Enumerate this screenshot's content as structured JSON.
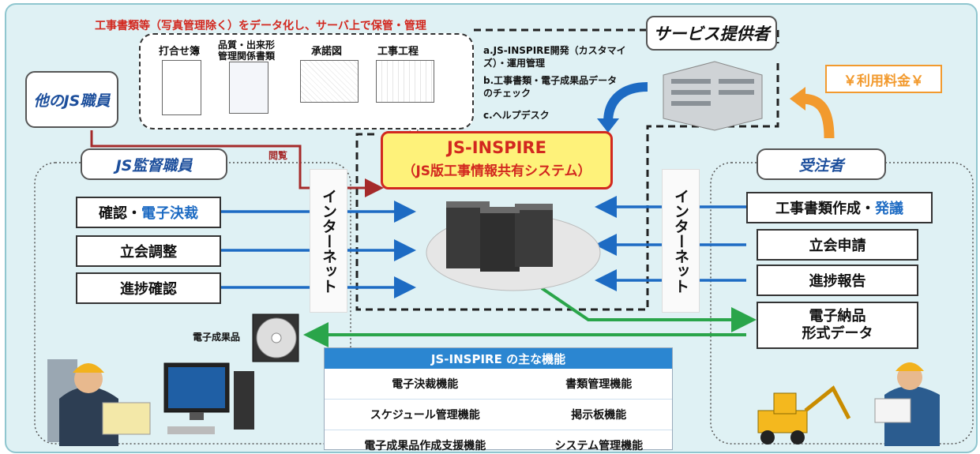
{
  "title_note": "工事書類等（写真管理除く）をデータ化し、サーバ上で保管・管理",
  "documents": [
    "打合せ簿",
    "品質・出来形\n管理関係書類",
    "承諾図",
    "工事工程"
  ],
  "service_provider": {
    "label": "サービス提供者",
    "tasks": [
      "a.JS-INSPIRE開発（カスタマイズ）・運用管理",
      "b.工事書類・電子成果品データのチェック",
      "c.ヘルプデスク"
    ]
  },
  "fee_label": "￥利用料金￥",
  "other_staff": "他のJS職員",
  "browse_label": "閲覧",
  "system": {
    "name": "JS-INSPIRE",
    "subtitle": "（JS版工事情報共有システム）"
  },
  "supervisor": {
    "label": "JS監督職員",
    "items": [
      {
        "text": "確認・",
        "highlight": "電子決裁"
      },
      {
        "text": "立会調整",
        "highlight": ""
      },
      {
        "text": "進捗確認",
        "highlight": ""
      }
    ]
  },
  "contractor": {
    "label": "受注者",
    "items": [
      {
        "text": "工事書類作成・",
        "highlight": "発議"
      },
      {
        "text": "立会申請",
        "highlight": ""
      },
      {
        "text": "進捗報告",
        "highlight": ""
      }
    ],
    "delivery": "電子納品\n形式データ"
  },
  "internet_label": "インターネット",
  "electronic_deliverable": "電子成果品",
  "features": {
    "title": "JS-INSPIRE の主な機能",
    "rows": [
      [
        "電子決裁機能",
        "書類管理機能"
      ],
      [
        "スケジュール管理機能",
        "掲示板機能"
      ],
      [
        "電子成果品作成支援機能",
        "システム管理機能"
      ]
    ]
  },
  "colors": {
    "red": "#d2281f",
    "blue": "#1d6bc3",
    "green": "#2aa54a",
    "orange": "#f29a2e",
    "frame": "#8fc6cf",
    "bg": "#dff1f4"
  }
}
